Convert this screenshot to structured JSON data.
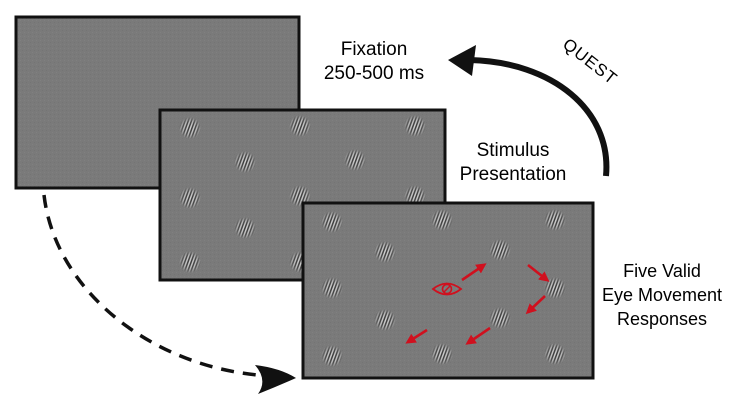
{
  "stages": [
    {
      "id": "fixation",
      "lines": [
        "Fixation",
        "250-500 ms"
      ]
    },
    {
      "id": "stimulus",
      "lines": [
        "Stimulus",
        "Presentation"
      ]
    },
    {
      "id": "response",
      "lines": [
        "Five Valid",
        "Eye Movement",
        "Responses"
      ]
    }
  ],
  "loop_label": "QUEST",
  "colors": {
    "screen_fill": "#7a7a7a",
    "screen_border": "#111111",
    "patch_light": "#d0d0d0",
    "patch_dark": "#3a3a3a",
    "saccade_arrow": "#d0101e",
    "loop_arrow": "#111111"
  },
  "icons": {
    "gaze_marker": "eye-icon",
    "saccade": "arrow-icon",
    "loop": "curved-arrow-icon",
    "sequence": "dashed-curved-arrow-icon"
  }
}
